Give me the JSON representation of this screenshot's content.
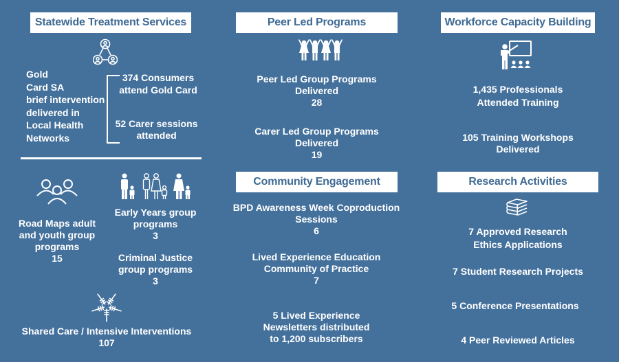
{
  "colors": {
    "background": "#44719C",
    "header_bg": "#FFFFFF",
    "header_text": "#3F6A93",
    "body_text": "#FFFFFF"
  },
  "statewide": {
    "title": "Statewide Treatment Services",
    "icon": "network-people-icon",
    "gold_card": [
      "Gold",
      "Card SA",
      "brief intervention",
      "delivered in",
      "Local Health",
      "Networks"
    ],
    "consumers": [
      "374 Consumers",
      "attend Gold Card"
    ],
    "carer_sessions": [
      "52 Carer sessions",
      "attended"
    ],
    "road_maps": {
      "icon": "group-people-icon",
      "lines": [
        "Road Maps adult",
        "and youth group",
        "programs"
      ],
      "value": "15"
    },
    "early_years": {
      "icon": "families-icon",
      "lines": [
        "Early Years group",
        "programs"
      ],
      "value": "3"
    },
    "criminal_justice": {
      "lines": [
        "Criminal Justice",
        "group programs"
      ],
      "value": "3"
    },
    "shared_care": {
      "icon": "hands-together-icon",
      "label": "Shared Care / Intensive Interventions",
      "value": "107"
    }
  },
  "peer_led": {
    "title": "Peer Led Programs",
    "icon": "children-holding-hands-icon",
    "items": [
      {
        "lines": [
          "Peer  Led Group Programs",
          "Delivered"
        ],
        "value": "28"
      },
      {
        "lines": [
          "Carer Led Group Programs",
          "Delivered"
        ],
        "value": "19"
      }
    ]
  },
  "community": {
    "title": "Community Engagement",
    "items": [
      {
        "lines": [
          "BPD Awareness Week Coproduction",
          "Sessions"
        ],
        "value": "6"
      },
      {
        "lines": [
          "Lived Experience Education",
          "Community of Practice"
        ],
        "value": "7"
      },
      {
        "lines": [
          "5 Lived Experience",
          "Newsletters distributed",
          "to 1,200 subscribers"
        ]
      }
    ]
  },
  "workforce": {
    "title": "Workforce Capacity Building",
    "icon": "teacher-presentation-icon",
    "items": [
      {
        "lines": [
          "1,435 Professionals",
          "Attended Training"
        ]
      },
      {
        "lines": [
          "105 Training Workshops",
          "Delivered"
        ]
      }
    ]
  },
  "research": {
    "title": "Research Activities",
    "icon": "books-stack-icon",
    "items": [
      {
        "lines": [
          "7 Approved Research",
          "Ethics Applications"
        ]
      },
      {
        "lines": [
          "7 Student Research Projects"
        ]
      },
      {
        "lines": [
          "5 Conference Presentations"
        ]
      },
      {
        "lines": [
          "4 Peer Reviewed Articles"
        ]
      }
    ]
  }
}
